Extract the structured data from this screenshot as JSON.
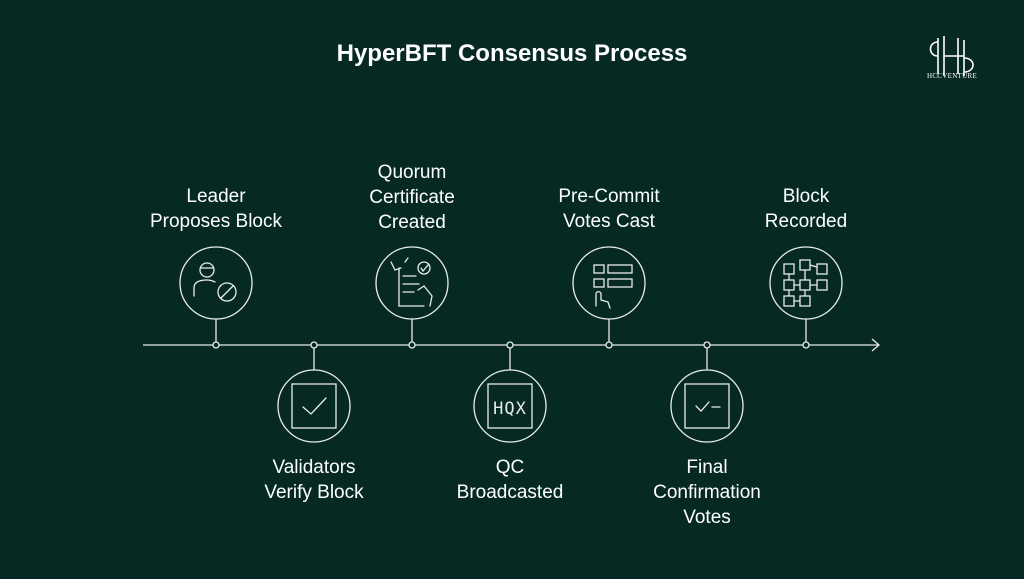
{
  "title": "HyperBFT Consensus Process",
  "logo": {
    "text": "HCCVENTURE"
  },
  "colors": {
    "background": "#062923",
    "line": "#e8ece9",
    "text": "#ffffff"
  },
  "steps": [
    {
      "lines": [
        "Leader",
        "Proposes Block"
      ],
      "icon": "user-block-icon"
    },
    {
      "lines": [
        "Validators",
        "Verify Block"
      ],
      "icon": "checkbox-icon"
    },
    {
      "lines": [
        "Quorum",
        "Certificate",
        "Created"
      ],
      "icon": "certificate-sign-icon"
    },
    {
      "lines": [
        "QC",
        "Broadcasted"
      ],
      "icon": "hqx-box-icon",
      "icon_text": "HQX"
    },
    {
      "lines": [
        "Pre-Commit",
        "Votes Cast"
      ],
      "icon": "vote-hand-icon"
    },
    {
      "lines": [
        "Final",
        "Confirmation",
        "Votes"
      ],
      "icon": "check-dash-icon"
    },
    {
      "lines": [
        "Block",
        "Recorded"
      ],
      "icon": "block-network-icon"
    }
  ]
}
